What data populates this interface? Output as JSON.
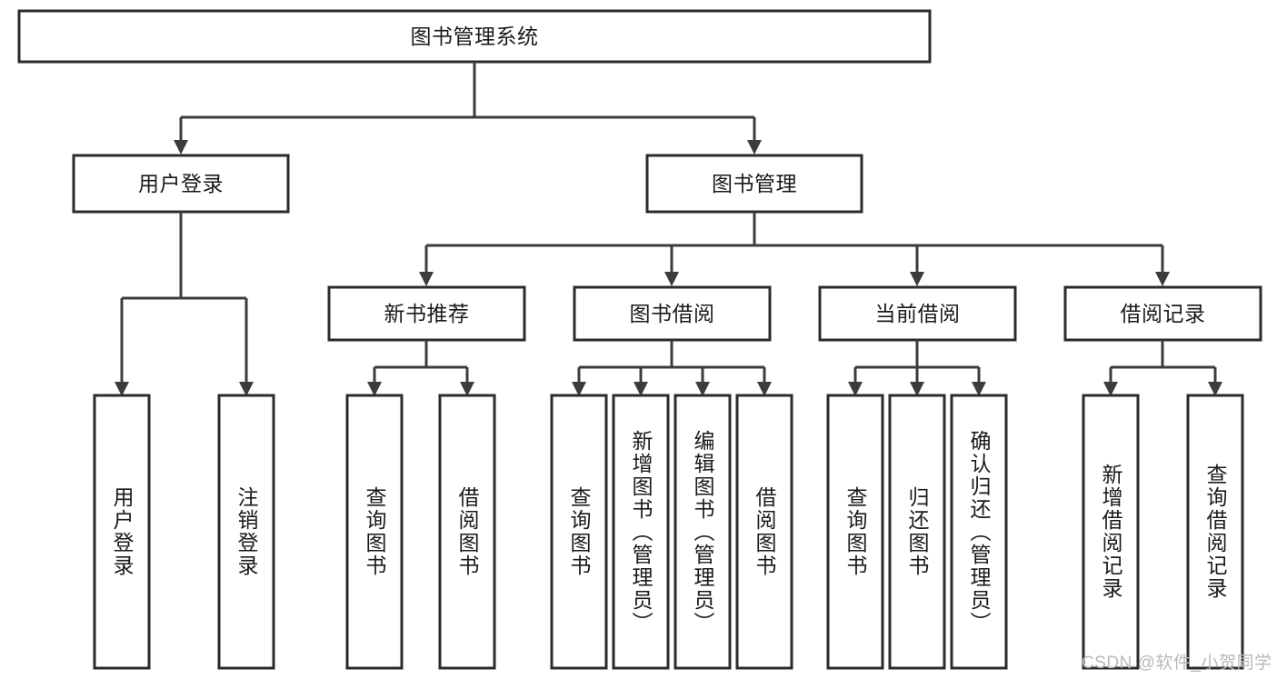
{
  "diagram": {
    "title": "图书管理系统",
    "watermark": "CSDN @软件_小贺同学",
    "colors": {
      "box_stroke": "#2b2b2b",
      "connector": "#3c3c3c",
      "background": "#ffffff",
      "text": "#1a1a1a",
      "watermark": "#b9b9b9"
    },
    "root": {
      "label": "图书管理系统"
    },
    "level2": [
      {
        "label": "用户登录"
      },
      {
        "label": "图书管理"
      }
    ],
    "level3": [
      {
        "label": "新书推荐"
      },
      {
        "label": "图书借阅"
      },
      {
        "label": "当前借阅"
      },
      {
        "label": "借阅记录"
      }
    ],
    "leaves": {
      "user_login": [
        {
          "label": "用户登录"
        },
        {
          "label": "注销登录"
        }
      ],
      "new_book_recommend": [
        {
          "label": "查询图书"
        },
        {
          "label": "借阅图书"
        }
      ],
      "book_borrow": [
        {
          "label": "查询图书"
        },
        {
          "label": "新增图书（管理员）"
        },
        {
          "label": "编辑图书（管理员）"
        },
        {
          "label": "借阅图书"
        }
      ],
      "current_borrow": [
        {
          "label": "查询图书"
        },
        {
          "label": "归还图书"
        },
        {
          "label": "确认归还（管理员）"
        }
      ],
      "borrow_record": [
        {
          "label": "新增借阅记录"
        },
        {
          "label": "查询借阅记录"
        }
      ]
    }
  }
}
